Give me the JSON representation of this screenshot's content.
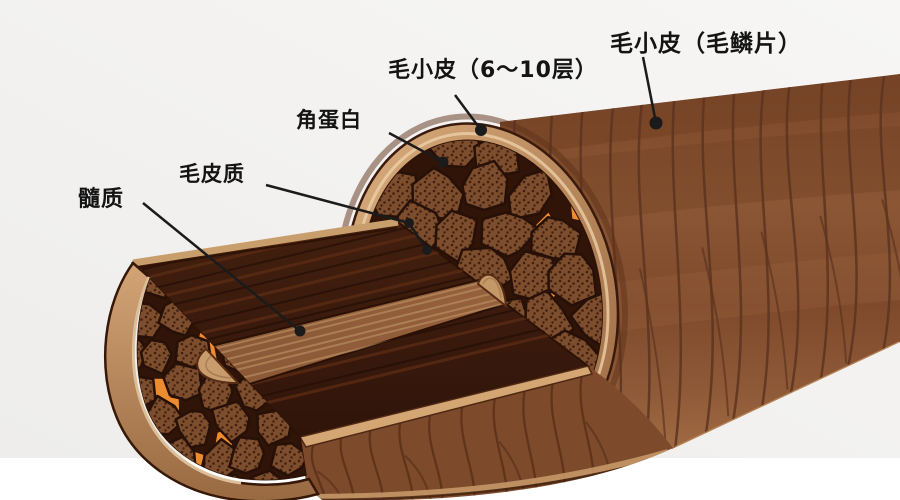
{
  "diagram": {
    "labels": [
      {
        "id": "cuticle-scales",
        "text": "毛小皮（毛鳞片）"
      },
      {
        "id": "cuticle-layers",
        "text": "毛小皮（6～10层）"
      },
      {
        "id": "keratin",
        "text": "角蛋白"
      },
      {
        "id": "cortex",
        "text": "毛皮质"
      },
      {
        "id": "medulla",
        "text": "髓质"
      }
    ],
    "palette": {
      "background_gray": "#f0efed",
      "background_white": "#ffffff",
      "hair_surface": "#8a5634",
      "hair_surface_dark": "#5e3119",
      "cuticle_tan": "#d2a476",
      "cortex_cell": "#7d4e2d",
      "cortex_dark": "#3b1b0c",
      "keratin_orange": "#ec8c2f",
      "medulla_light": "#c59868",
      "label_text": "#141414"
    }
  }
}
